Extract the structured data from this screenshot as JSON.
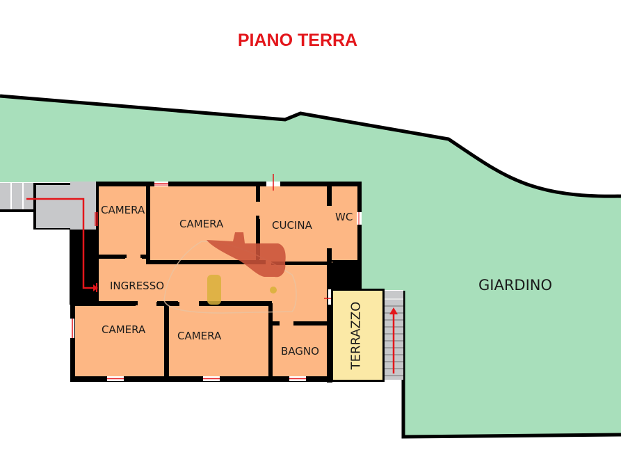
{
  "title": "PIANO TERRA",
  "colors": {
    "title": "#e3161b",
    "garden": "#a8dfbb",
    "room": "#fdb784",
    "terrace": "#fbe9a6",
    "stairs": "#c7c8ca",
    "wall": "#000000",
    "arrow": "#e3161b",
    "overlay_blob": "#c9533a",
    "overlay_marker": "#d9b13b"
  },
  "garden": {
    "label": "GIARDINO"
  },
  "rooms": [
    {
      "id": "camera-nw",
      "label": "CAMERA"
    },
    {
      "id": "camera-n",
      "label": "CAMERA"
    },
    {
      "id": "cucina",
      "label": "CUCINA"
    },
    {
      "id": "wc",
      "label": "WC"
    },
    {
      "id": "ingresso",
      "label": "INGRESSO"
    },
    {
      "id": "camera-sw",
      "label": "CAMERA"
    },
    {
      "id": "camera-s",
      "label": "CAMERA"
    },
    {
      "id": "bagno",
      "label": "BAGNO"
    }
  ],
  "terrace": {
    "label": "TERRAZZO"
  },
  "stairs": [
    {
      "id": "entrance-stairs",
      "direction": "down-into-ingresso"
    },
    {
      "id": "garden-stairs",
      "direction": "up"
    }
  ]
}
